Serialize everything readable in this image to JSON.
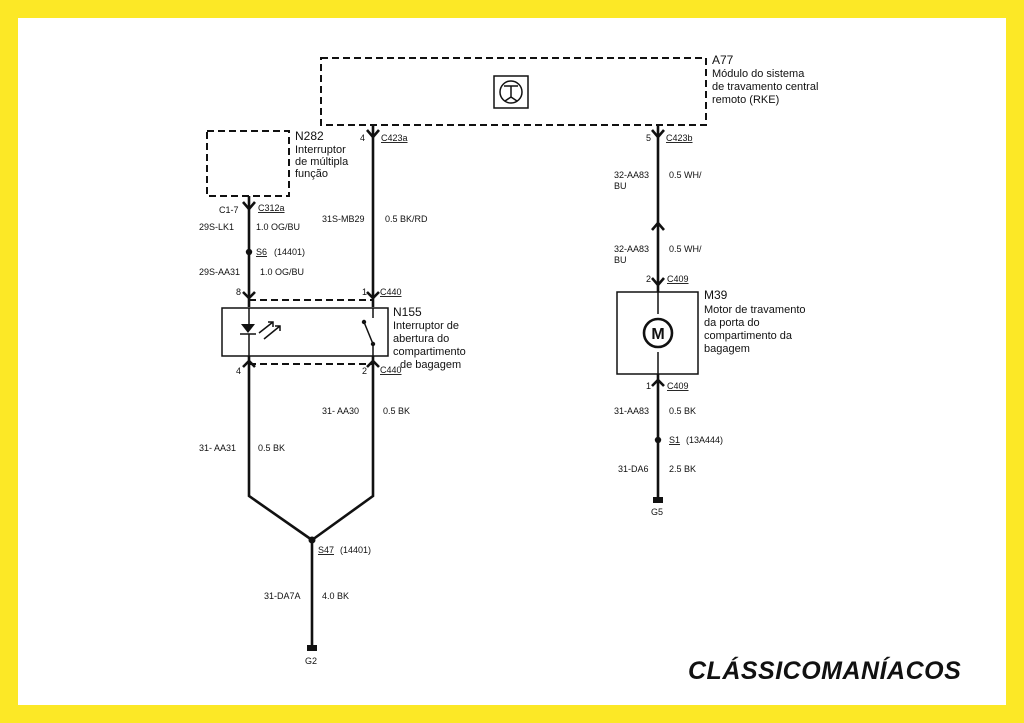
{
  "components": {
    "a77": {
      "id": "A77",
      "desc": [
        "Módulo do sistema",
        "de travamento central",
        "remoto (RKE)"
      ]
    },
    "n282": {
      "id": "N282",
      "desc": [
        "Interruptor",
        "de múltipla",
        "função"
      ]
    },
    "n155": {
      "id": "N155",
      "desc": [
        "Interruptor de",
        "abertura do",
        "compartimento",
        "de bagagem"
      ]
    },
    "m39": {
      "id": "M39",
      "desc": [
        "Motor de travamento",
        "da porta do",
        "compartimento da",
        "bagagem"
      ],
      "symbol": "M"
    }
  },
  "connectors": {
    "c423a": {
      "pin": "4",
      "name": "C423a"
    },
    "c423b": {
      "pin": "5",
      "name": "C423b"
    },
    "c312a": {
      "pin": "C1-7",
      "name": "C312a"
    },
    "c440_top": {
      "pin": "1",
      "name": "C440"
    },
    "c440_left_pin": "8",
    "c440_bottom": {
      "pin": "2",
      "name": "C440"
    },
    "c440_bottom_left_pin": "4",
    "c409_top": {
      "pin": "2",
      "name": "C409"
    },
    "c409_bottom": {
      "pin": "1",
      "name": "C409"
    }
  },
  "wires": {
    "lk1": {
      "circuit": "29S-LK1",
      "spec": "1.0 OG/BU"
    },
    "aa31_top": {
      "circuit": "29S-AA31",
      "spec": "1.0 OG/BU"
    },
    "mb29": {
      "circuit": "31S-MB29",
      "spec": "0.5 BK/RD"
    },
    "aa83_a": {
      "circuit": [
        "32-AA83",
        "BU"
      ],
      "spec": "0.5 WH/"
    },
    "aa83_b": {
      "circuit": [
        "32-AA83",
        "BU"
      ],
      "spec": "0.5 WH/"
    },
    "aa30": {
      "circuit": "31- AA30",
      "spec": "0.5 BK"
    },
    "aa31_bottom": {
      "circuit": "31- AA31",
      "spec": "0.5 BK"
    },
    "aa83_c": {
      "circuit": "31-AA83",
      "spec": "0.5 BK"
    },
    "da6": {
      "circuit": "31-DA6",
      "spec": "2.5 BK"
    },
    "da7a": {
      "circuit": "31-DA7A",
      "spec": "4.0 BK"
    }
  },
  "splices": {
    "s6": {
      "name": "S6",
      "code": "(14401)"
    },
    "s47": {
      "name": "S47",
      "code": "(14401)"
    },
    "s1": {
      "name": "S1",
      "code": "(13A444)"
    }
  },
  "grounds": {
    "g2": "G2",
    "g5": "G5"
  },
  "brand": "CLÁSSICOMANÍACOS",
  "colors": {
    "frame": "#fce826",
    "panel": "#ffffff",
    "ink": "#111111"
  }
}
